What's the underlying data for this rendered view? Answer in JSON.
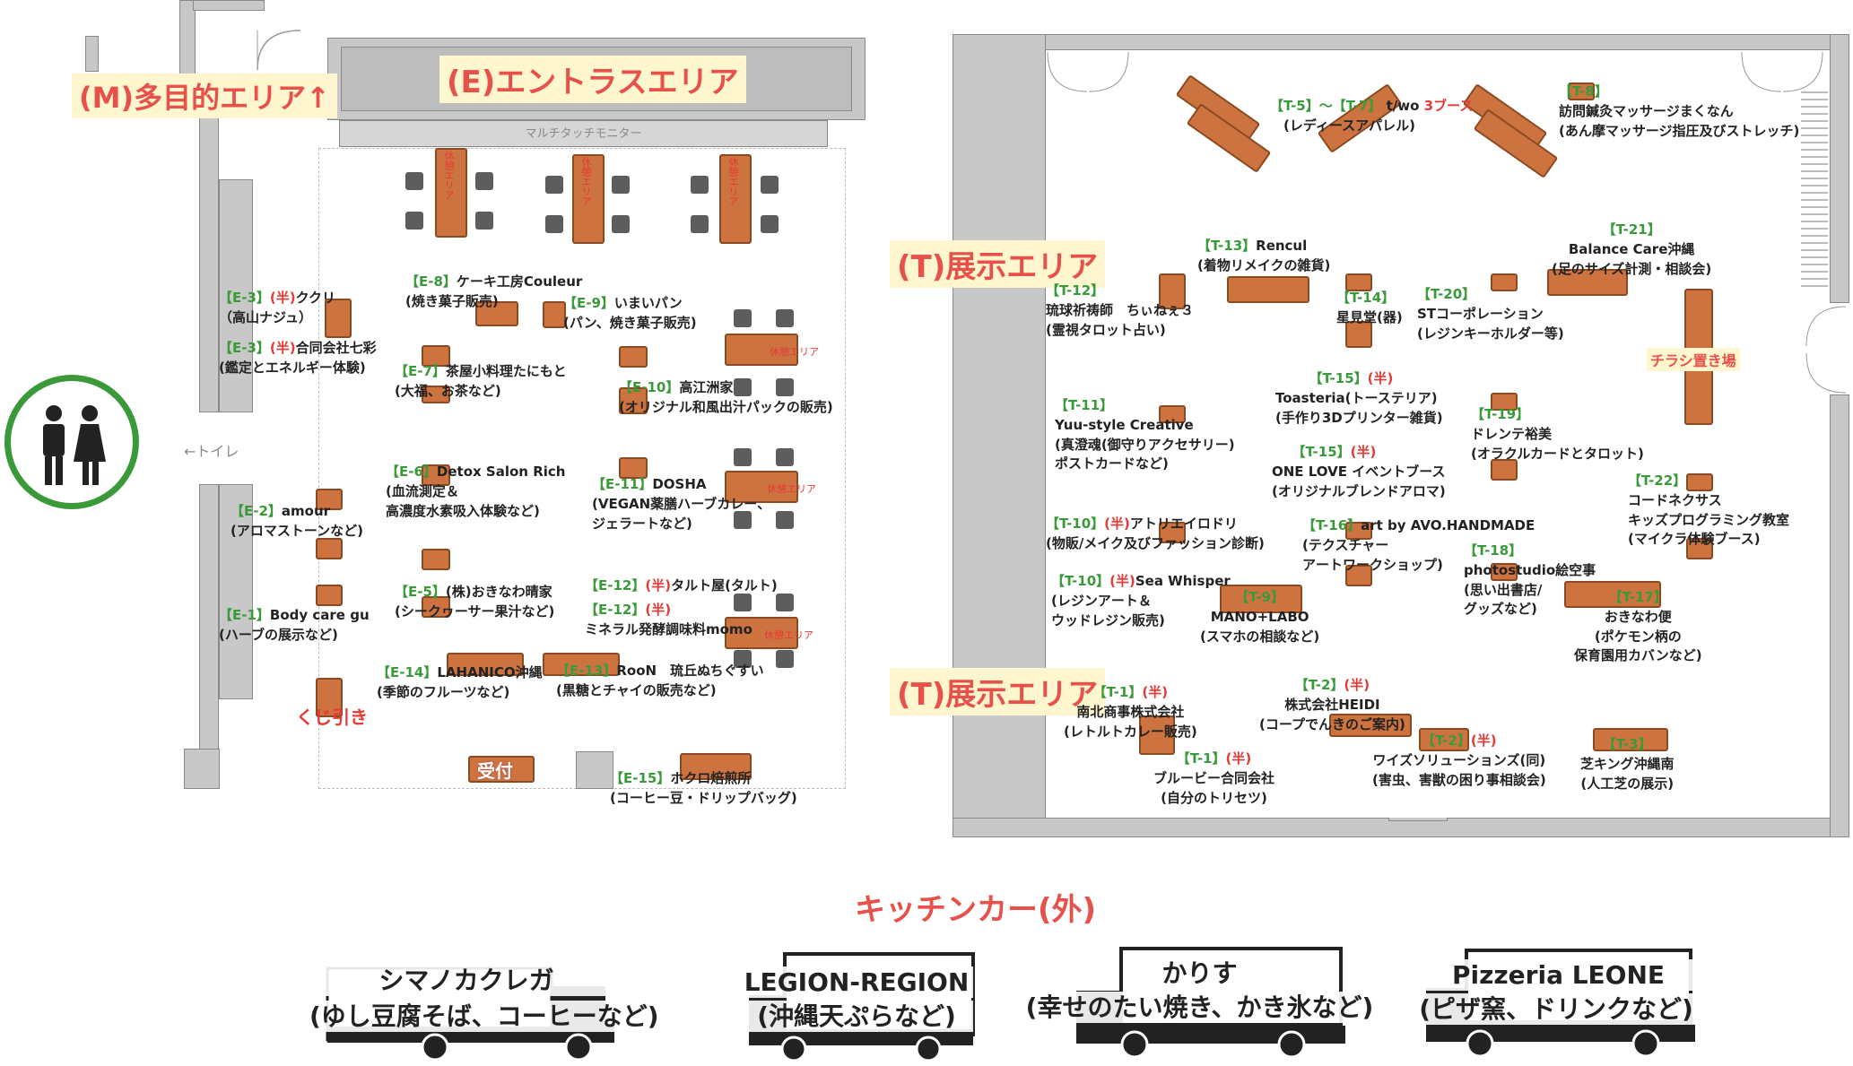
{
  "colors": {
    "table": "#cd7340",
    "area_title": "#e8504a",
    "booth_id": "#3a9a3a",
    "half": "#e53935",
    "wall": "#c8c8c8",
    "restroom_ring": "#3a9a3a"
  },
  "titles": {
    "multipurpose": "(M)多目的エリア↑",
    "entrance": "(E)エントラスエリア",
    "exhibit_1": "(T)展示エリア",
    "exhibit_2": "(T)展示エリア",
    "kitchen_car": "キッチンカー(外)"
  },
  "labels": {
    "monitor": "マルチタッチモニター",
    "toilet": "←トイレ",
    "rest": "休憩エリア",
    "flyer": "チラシ置き場",
    "kuji": "くじ引き",
    "reception": "受付"
  },
  "restroom_icon": "restroom-icon",
  "booths": [
    {
      "id": "【E-3】",
      "half": "(半)",
      "name": "ククリ",
      "detail": "（高山ナジュ）"
    },
    {
      "id": "【E-3】",
      "half": "(半)",
      "name": "合同会社七彩",
      "detail": "(鑑定とエネルギー体験)"
    },
    {
      "id": "【E-8】",
      "half": "",
      "name": "ケーキ工房Couleur",
      "detail": "(焼き菓子販売)"
    },
    {
      "id": "【E-9】",
      "half": "",
      "name": "いまいパン",
      "detail": "(パン、焼き菓子販売)"
    },
    {
      "id": "【E-7】",
      "half": "",
      "name": "茶屋小料理たにもと",
      "detail": "(大福、お茶など)"
    },
    {
      "id": "【E-10】",
      "half": "",
      "name": "高江洲家",
      "detail": "(オリジナル和風出汁パックの販売)"
    },
    {
      "id": "【E-6】",
      "half": "",
      "name": "Detox Salon Rich",
      "detail": "(血流測定＆\n高濃度水素吸入体験など)"
    },
    {
      "id": "【E-11】",
      "half": "",
      "name": "DOSHA",
      "detail": "(VEGAN薬膳ハーブカレー、\nジェラートなど)"
    },
    {
      "id": "【E-2】",
      "half": "",
      "name": "amour",
      "detail": "(アロマストーンなど)"
    },
    {
      "id": "【E-5】",
      "half": "",
      "name": "(株)おきなわ晴家",
      "detail": "(シークヮーサー果汁など)"
    },
    {
      "id": "【E-12】",
      "half": "(半)",
      "name": "タルト屋(タルト)",
      "detail": ""
    },
    {
      "id": "【E-12】",
      "half": "(半)",
      "name": "",
      "detail": "ミネラル発酵調味料momo"
    },
    {
      "id": "【E-1】",
      "half": "",
      "name": "Body care gu",
      "detail": "(ハーブの展示など)"
    },
    {
      "id": "【E-14】",
      "half": "",
      "name": "LAHANICO沖縄",
      "detail": "(季節のフルーツなど)"
    },
    {
      "id": "【E-13】",
      "half": "",
      "name": "RooN　琉丘ぬちぐすい",
      "detail": "(黒糖とチャイの販売など)"
    },
    {
      "id": "【E-15】",
      "half": "",
      "name": "ホクロ焙煎所",
      "detail": "(コーヒー豆・ドリップバッグ)"
    },
    {
      "id": "【T-5】～【T-7】",
      "half": "",
      "name": "t/wo",
      "extra": "3ブース",
      "detail": "(レディースアパレル)"
    },
    {
      "id": "【T-8】",
      "half": "",
      "name": "",
      "detail": "訪問鍼灸マッサージまくなん\n(あん摩マッサージ指圧及びストレッチ)"
    },
    {
      "id": "【T-13】",
      "half": "",
      "name": "Rencul",
      "detail": "(着物リメイクの雑貨)"
    },
    {
      "id": "【T-21】",
      "half": "",
      "name": "",
      "detail": "Balance Care沖縄\n(足のサイズ計測・相談会)"
    },
    {
      "id": "【T-12】",
      "half": "",
      "name": "",
      "detail": "琉球祈祷師　ちぃねぇ３\n(霊視タロット占い)"
    },
    {
      "id": "【T-14】",
      "half": "",
      "name": "",
      "detail": "星見堂(器)"
    },
    {
      "id": "【T-20】",
      "half": "",
      "name": "",
      "detail": "STコーポレーション\n(レジンキーホルダー等)"
    },
    {
      "id": "【T-15】",
      "half": "(半)",
      "name": "",
      "detail": "Toasteria(トーステリア)\n(手作り3Dプリンター雑貨)"
    },
    {
      "id": "【T-11】",
      "half": "",
      "name": "",
      "detail": "Yuu-style Creative\n(真澄魂(御守りアクセサリー)\nポストカードなど)"
    },
    {
      "id": "【T-19】",
      "half": "",
      "name": "",
      "detail": "ドレンテ裕美\n(オラクルカードとタロット)"
    },
    {
      "id": "【T-15】",
      "half": "(半)",
      "name": "",
      "detail": "ONE LOVE イベントブース\n(オリジナルブレンドアロマ)"
    },
    {
      "id": "【T-22】",
      "half": "",
      "name": "",
      "detail": "コードネクサス\nキッズプログラミング教室\n(マイクラ体験ブース)"
    },
    {
      "id": "【T-10】",
      "half": "(半)",
      "name": "アトリエイロドリ",
      "detail": "(物販/メイク及びファッション診断)"
    },
    {
      "id": "【T-16】",
      "half": "",
      "name": "art by AVO.HANDMADE",
      "detail": "(テクスチャー\nアートワークショップ)"
    },
    {
      "id": "【T-18】",
      "half": "",
      "name": "",
      "detail": "photostudio絵空事\n(思い出書店/\nグッズなど)"
    },
    {
      "id": "【T-10】",
      "half": "(半)",
      "name": "Sea Whisper",
      "detail": "(レジンアート＆\nウッドレジン販売)"
    },
    {
      "id": "【T-9】",
      "half": "",
      "name": "",
      "detail": "MANO+LABO\n(スマホの相談など)"
    },
    {
      "id": "【T-17】",
      "half": "",
      "name": "",
      "detail": "おきなわ便\n(ポケモン柄の\n保育園用カバンなど)"
    },
    {
      "id": "【T-1】",
      "half": "(半)",
      "name": "",
      "detail": "南北商事株式会社\n(レトルトカレー販売)"
    },
    {
      "id": "【T-2】",
      "half": "(半)",
      "name": "",
      "detail": "株式会社HEIDI\n(コープでんきのご案内)"
    },
    {
      "id": "【T-1】",
      "half": "(半)",
      "name": "",
      "detail": "ブルービー合同会社\n(自分のトリセツ)"
    },
    {
      "id": "【T-2】",
      "half": "(半)",
      "name": "",
      "detail": "ワイズソリューションズ(同)\n(害虫、害獣の困り事相談会)"
    },
    {
      "id": "【T-3】",
      "half": "",
      "name": "",
      "detail": "芝キング沖縄南\n(人工芝の展示)"
    }
  ],
  "kitchen_cars": [
    {
      "name": "シマノカクレガ",
      "detail": "(ゆし豆腐そば、コーヒーなど)"
    },
    {
      "name": "LEGION-REGION",
      "detail": "(沖縄天ぷらなど)"
    },
    {
      "name": "かりす",
      "detail": "(幸せのたい焼き、かき氷など)"
    },
    {
      "name": "Pizzeria LEONE",
      "detail": "(ピザ窯、ドリンクなど)"
    }
  ]
}
